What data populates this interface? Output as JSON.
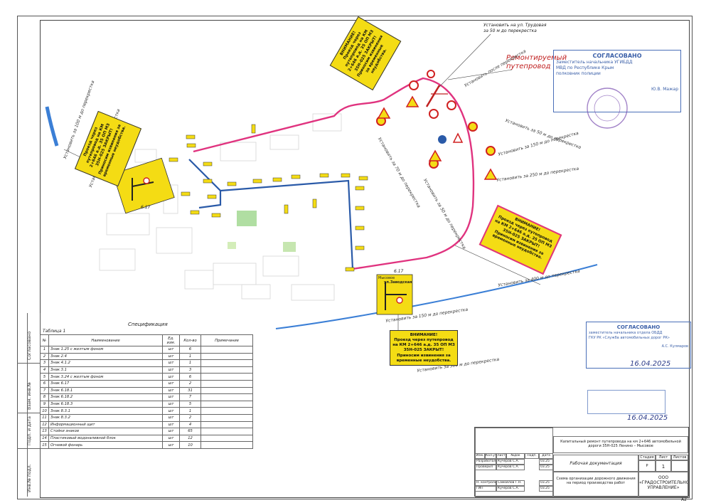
{
  "map_labels": {
    "repair_overpass": "Ремонтируемый путепровод",
    "install_50_trudovaya": "Установить на ул. Трудовая за 50 м до перекрестка",
    "install_after_crossing": "Установить после перекрестка",
    "install_50m": "Установить за 50 м до перекрестка",
    "install_150m": "Установить за 150 м до перекрестка",
    "install_250m": "Установить за 250 м до перекрестка",
    "install_400m": "Установить за 400 м до перекрестка",
    "install_300m": "Установить за 300 м до перекрестка",
    "install_150m_b": "Установить за 150 м до перекрестка",
    "install_150m_left": "Установить за 150 м до перекрестка",
    "install_100m": "Установить за 100 м до перекрестка",
    "install_70m": "Установить за 70 м до перекрестка",
    "install_50m_b": "Установить за 50 м до перекрестка",
    "street_zavodskaya": "ул.Заводская",
    "myosovoe": "Мысовое",
    "sign_617": "6.17",
    "sign_617_b": "6.17"
  },
  "notices": {
    "notice_title": "ВНИМАНИЕ!",
    "notice_body": "Проезд через путепровод на КМ 2+646 а.д. 35 ОП МЗ 35Н-025 ЗАКРЫТ! Приносим извинения за временные неудобства.",
    "notice_short": "ВНИМАНИЕ! Проезд через путепровод на км 2+646 ЗАКРЫТ"
  },
  "stamps": {
    "approved_title": "СОГЛАСОВАНО",
    "approved1_line1": "Заместитель начальника УГИБДД",
    "approved1_line2": "МВД по Республике Крым",
    "approved1_line3": "полковник полиции",
    "approved1_name": "Ю.В. Мажар",
    "approved2_title": "СОГЛАСОВАНО",
    "approved2_line1": "заместитель начальника отдела ОБДД",
    "approved2_line2": "ГКУ РК «Служба автомобильных дорог РК»",
    "approved2_name": "А.С. Кулмаров",
    "approved2_date": "16.04.2025",
    "approved3_date": "16.04.2025"
  },
  "specification": {
    "caption": "Спецификация",
    "table_label": "Таблица 1",
    "headers": [
      "№",
      "Наименование",
      "Ед. изм.",
      "Кол-во",
      "Примечание"
    ],
    "rows": [
      [
        "1",
        "Знак 1.25 с желтым фоном",
        "шт",
        "6",
        ""
      ],
      [
        "2",
        "Знак 2.4",
        "шт",
        "1",
        ""
      ],
      [
        "3",
        "Знак 4.1.2",
        "шт",
        "1",
        ""
      ],
      [
        "4",
        "Знак 3.1",
        "шт",
        "3",
        ""
      ],
      [
        "5",
        "Знак 3.24 с желтым фоном",
        "шт",
        "6",
        ""
      ],
      [
        "6",
        "Знак 6.17",
        "шт",
        "2",
        ""
      ],
      [
        "7",
        "Знак 6.18.1",
        "шт",
        "31",
        ""
      ],
      [
        "8",
        "Знак 6.18.2",
        "шт",
        "7",
        ""
      ],
      [
        "9",
        "Знак 6.18.3",
        "шт",
        "5",
        ""
      ],
      [
        "10",
        "Знак 8.3.1",
        "шт",
        "1",
        ""
      ],
      [
        "11",
        "Знак 8.3.2",
        "шт",
        "2",
        ""
      ],
      [
        "12",
        "Информационный щит",
        "шт",
        "4",
        ""
      ],
      [
        "13",
        "Стойки знаков",
        "шт",
        "65",
        ""
      ],
      [
        "14",
        "Пластиковый водоналивной блок",
        "шт",
        "12",
        ""
      ],
      [
        "15",
        "Огневой фонарь",
        "шт",
        "10",
        ""
      ]
    ]
  },
  "sidebar": {
    "items": [
      "Согласовано",
      "Взам. инв.№",
      "Подп. и дата",
      "Инв.№ подл."
    ]
  },
  "title_block": {
    "project": "Капитальный ремонт путепровода на км 2+646 автомобильной дороги 35Н-025 Ленино – Мысовое",
    "doc_type": "Рабочая документация",
    "sheet_title": "Схема организации дорожного движения на период производства работ",
    "stage_label": "Стадия",
    "sheet_label": "Лист",
    "sheets_label": "Листов",
    "stage_value": "Р",
    "sheet_value": "1",
    "org_line1": "ООО",
    "org_line2": "«ГРАДОСТРОИТЕЛЬНОЕ УПРАВЛЕНИЕ»",
    "col_headers": [
      "Изм.",
      "Кол.уч",
      "Лист",
      "№док",
      "Подп.",
      "Дата"
    ],
    "roles": [
      [
        "Разработал",
        "Кучеров С.А.",
        "03.25"
      ],
      [
        "Проверил",
        "Кучеров С.А.",
        "03.25"
      ],
      [
        "Н. контроль",
        "Самойлов Г.Н.",
        "03.25"
      ],
      [
        "ГИП",
        "Кучеров С.А.",
        "03.25"
      ]
    ],
    "format": "А2"
  },
  "colors": {
    "detour_route": "#e0337f",
    "closed_road": "#2a5aa8",
    "river": "#3b7fd6",
    "sign_yellow": "#f4dc14",
    "stamp_blue": "#4a6fb8"
  }
}
